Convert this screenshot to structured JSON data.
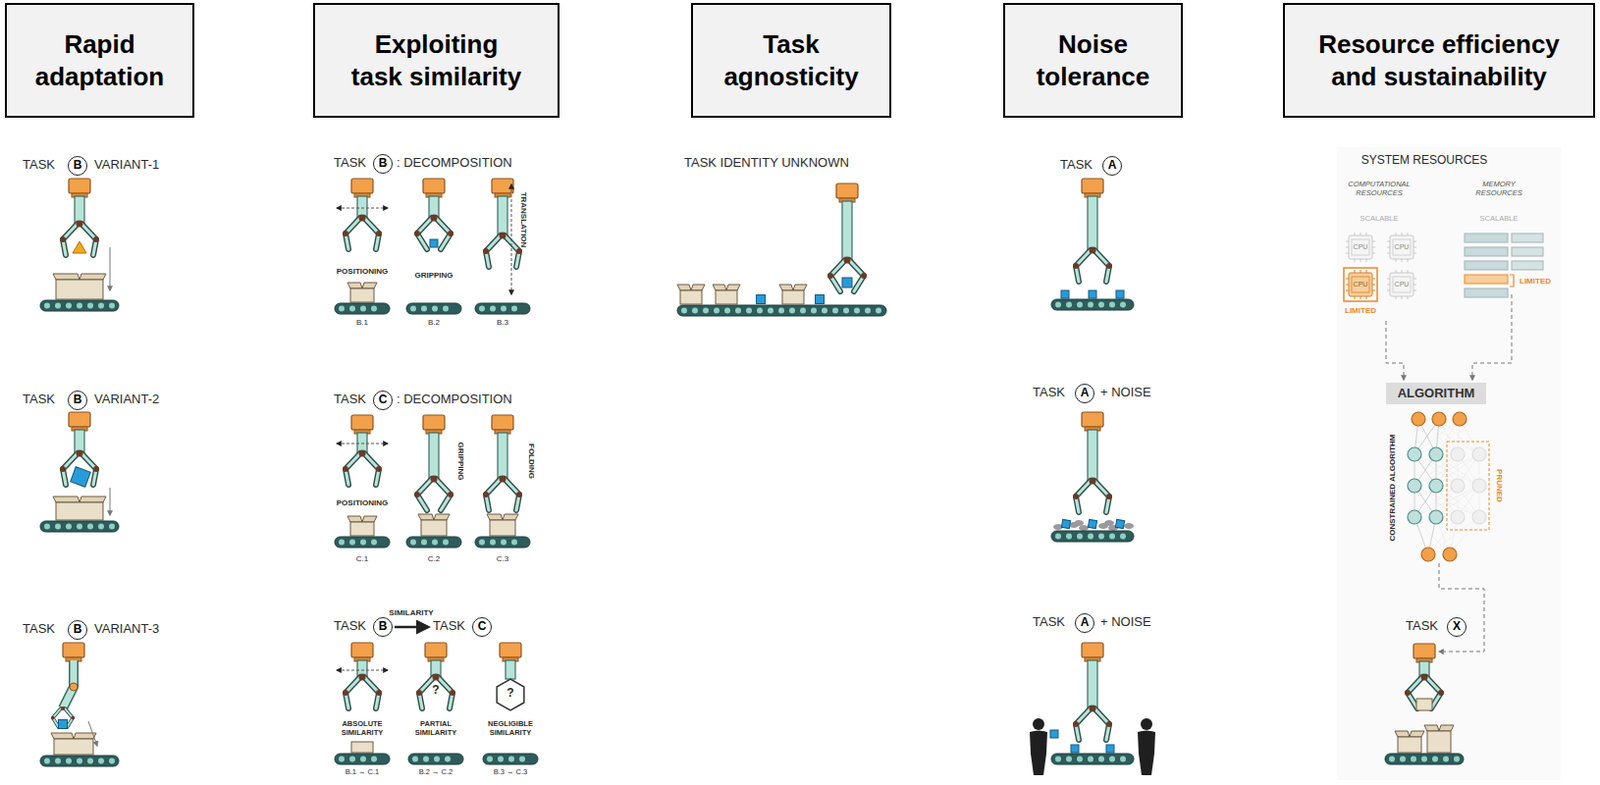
{
  "diagram": {
    "nodes": [
      {
        "text": [
          "Rapid adaptation"
        ]
      },
      {
        "text": [
          "Exploiting task similarity"
        ]
      },
      {
        "text": [
          "Task agnosticity"
        ]
      },
      {
        "text": [
          "Noise tolerance"
        ]
      },
      {
        "text": [
          "Resource efficiency and sustainability"
        ]
      },
      {
        "text": [
          "B"
        ]
      },
      {
        "text": [
          "B"
        ]
      },
      {
        "text": [
          "B"
        ]
      },
      {
        "text": [
          "B"
        ]
      },
      {
        "text": [
          "C"
        ]
      },
      {
        "text": [
          "B"
        ]
      },
      {
        "text": [
          "C"
        ]
      },
      {
        "text": [
          "A"
        ]
      },
      {
        "text": [
          "A"
        ]
      },
      {
        "text": [
          "A"
        ]
      },
      {
        "text": [
          "ALGORITHM"
        ]
      },
      {
        "text": [
          "X"
        ]
      }
    ],
    "labels": [
      "TASK",
      "VARIANT-1",
      "TASK",
      "VARIANT-2",
      "TASK",
      "VARIANT-3",
      "TASK",
      ": DECOMPOSITION",
      "POSITIONING",
      "GRIPPING",
      "TRANSLATION",
      "B.1",
      "B.2",
      "B.3",
      "TASK",
      ": DECOMPOSITION",
      "POSITIONING",
      "GRIPPING",
      "FOLDING",
      "C.1",
      "C.2",
      "C.3",
      "TASK",
      "SIMILARITY",
      "TASK",
      "?",
      "?",
      "ABSOLUTE SIMILARITY",
      "PARTIAL SIMILARITY",
      "NEGLIGIBLE SIMILARITY",
      "B.1 → C.1",
      "B.2 → C.2",
      "B.3 → C.3",
      "TASK IDENTITY UNKNOWN",
      "TASK",
      "TASK",
      "+ NOISE",
      "TASK",
      "+ NOISE",
      "SYSTEM RESOURCES",
      "COMPUTATIONAL RESOURCES",
      "MEMORY RESOURCES",
      "SCALABLE",
      "SCALABLE",
      "CPU",
      "CPU",
      "CPU",
      "CPU",
      "LIMITED",
      "LIMITED",
      "CONSTRAINED ALGORITHM",
      "PRUNED",
      "TASK"
    ]
  }
}
